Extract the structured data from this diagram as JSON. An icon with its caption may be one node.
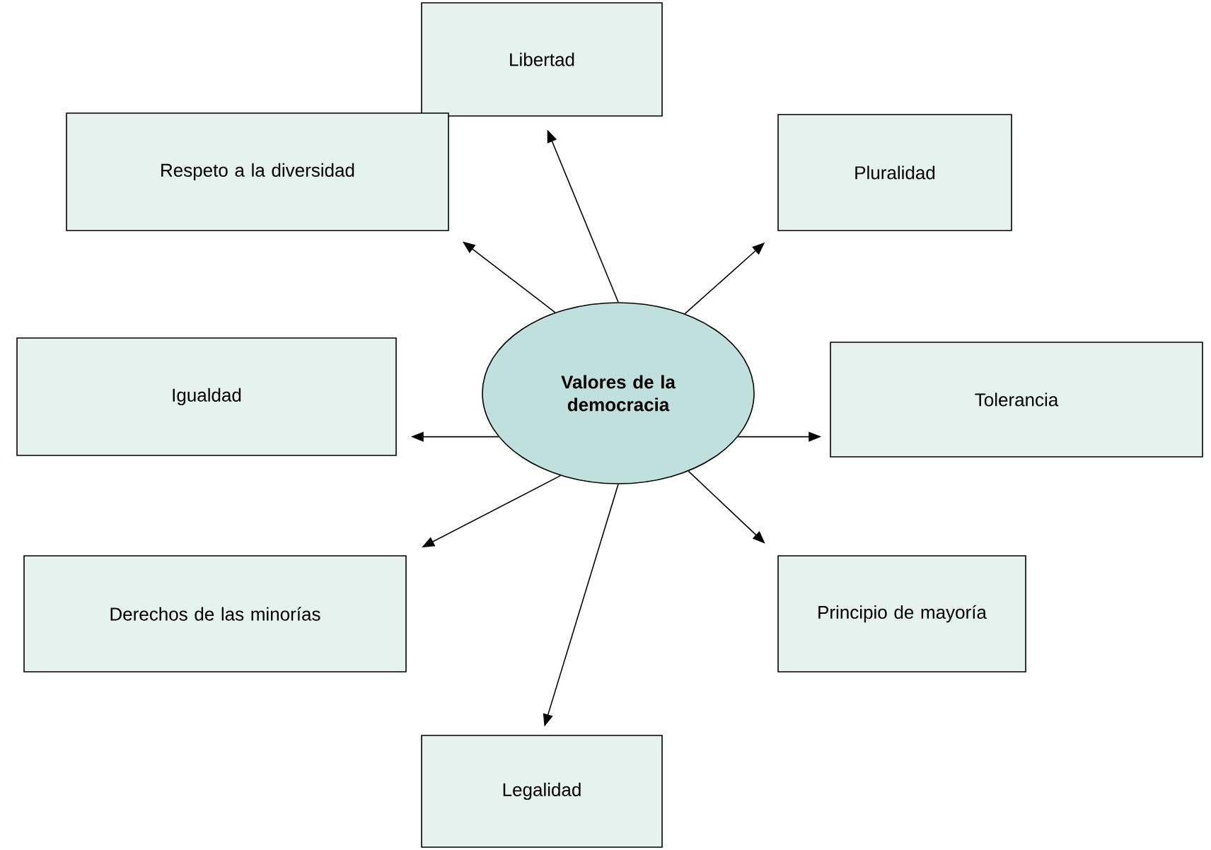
{
  "diagram": {
    "nodes": [
      {
        "text": [
          "Libertad"
        ]
      },
      {
        "text": [
          "Respeto a la diversidad"
        ]
      },
      {
        "text": [
          "Pluralidad"
        ]
      },
      {
        "text": [
          "Igualdad"
        ]
      },
      {
        "text": [
          "Valores de la democracia"
        ]
      },
      {
        "text": [
          "Tolerancia"
        ]
      },
      {
        "text": [
          "Derechos de las minorías"
        ]
      },
      {
        "text": [
          "Principio de mayoría"
        ]
      },
      {
        "text": [
          "Legalidad"
        ]
      }
    ],
    "edges": [
      {
        "from": 4,
        "to": 0,
        "arrow": "to"
      },
      {
        "from": 4,
        "to": 1,
        "arrow": "to"
      },
      {
        "from": 4,
        "to": 2,
        "arrow": "to"
      },
      {
        "from": 4,
        "to": 3,
        "arrow": "to"
      },
      {
        "from": 4,
        "to": 5,
        "arrow": "to"
      },
      {
        "from": 4,
        "to": 6,
        "arrow": "to"
      },
      {
        "from": 4,
        "to": 7,
        "arrow": "to"
      },
      {
        "from": 4,
        "to": 8,
        "arrow": "to"
      }
    ]
  }
}
